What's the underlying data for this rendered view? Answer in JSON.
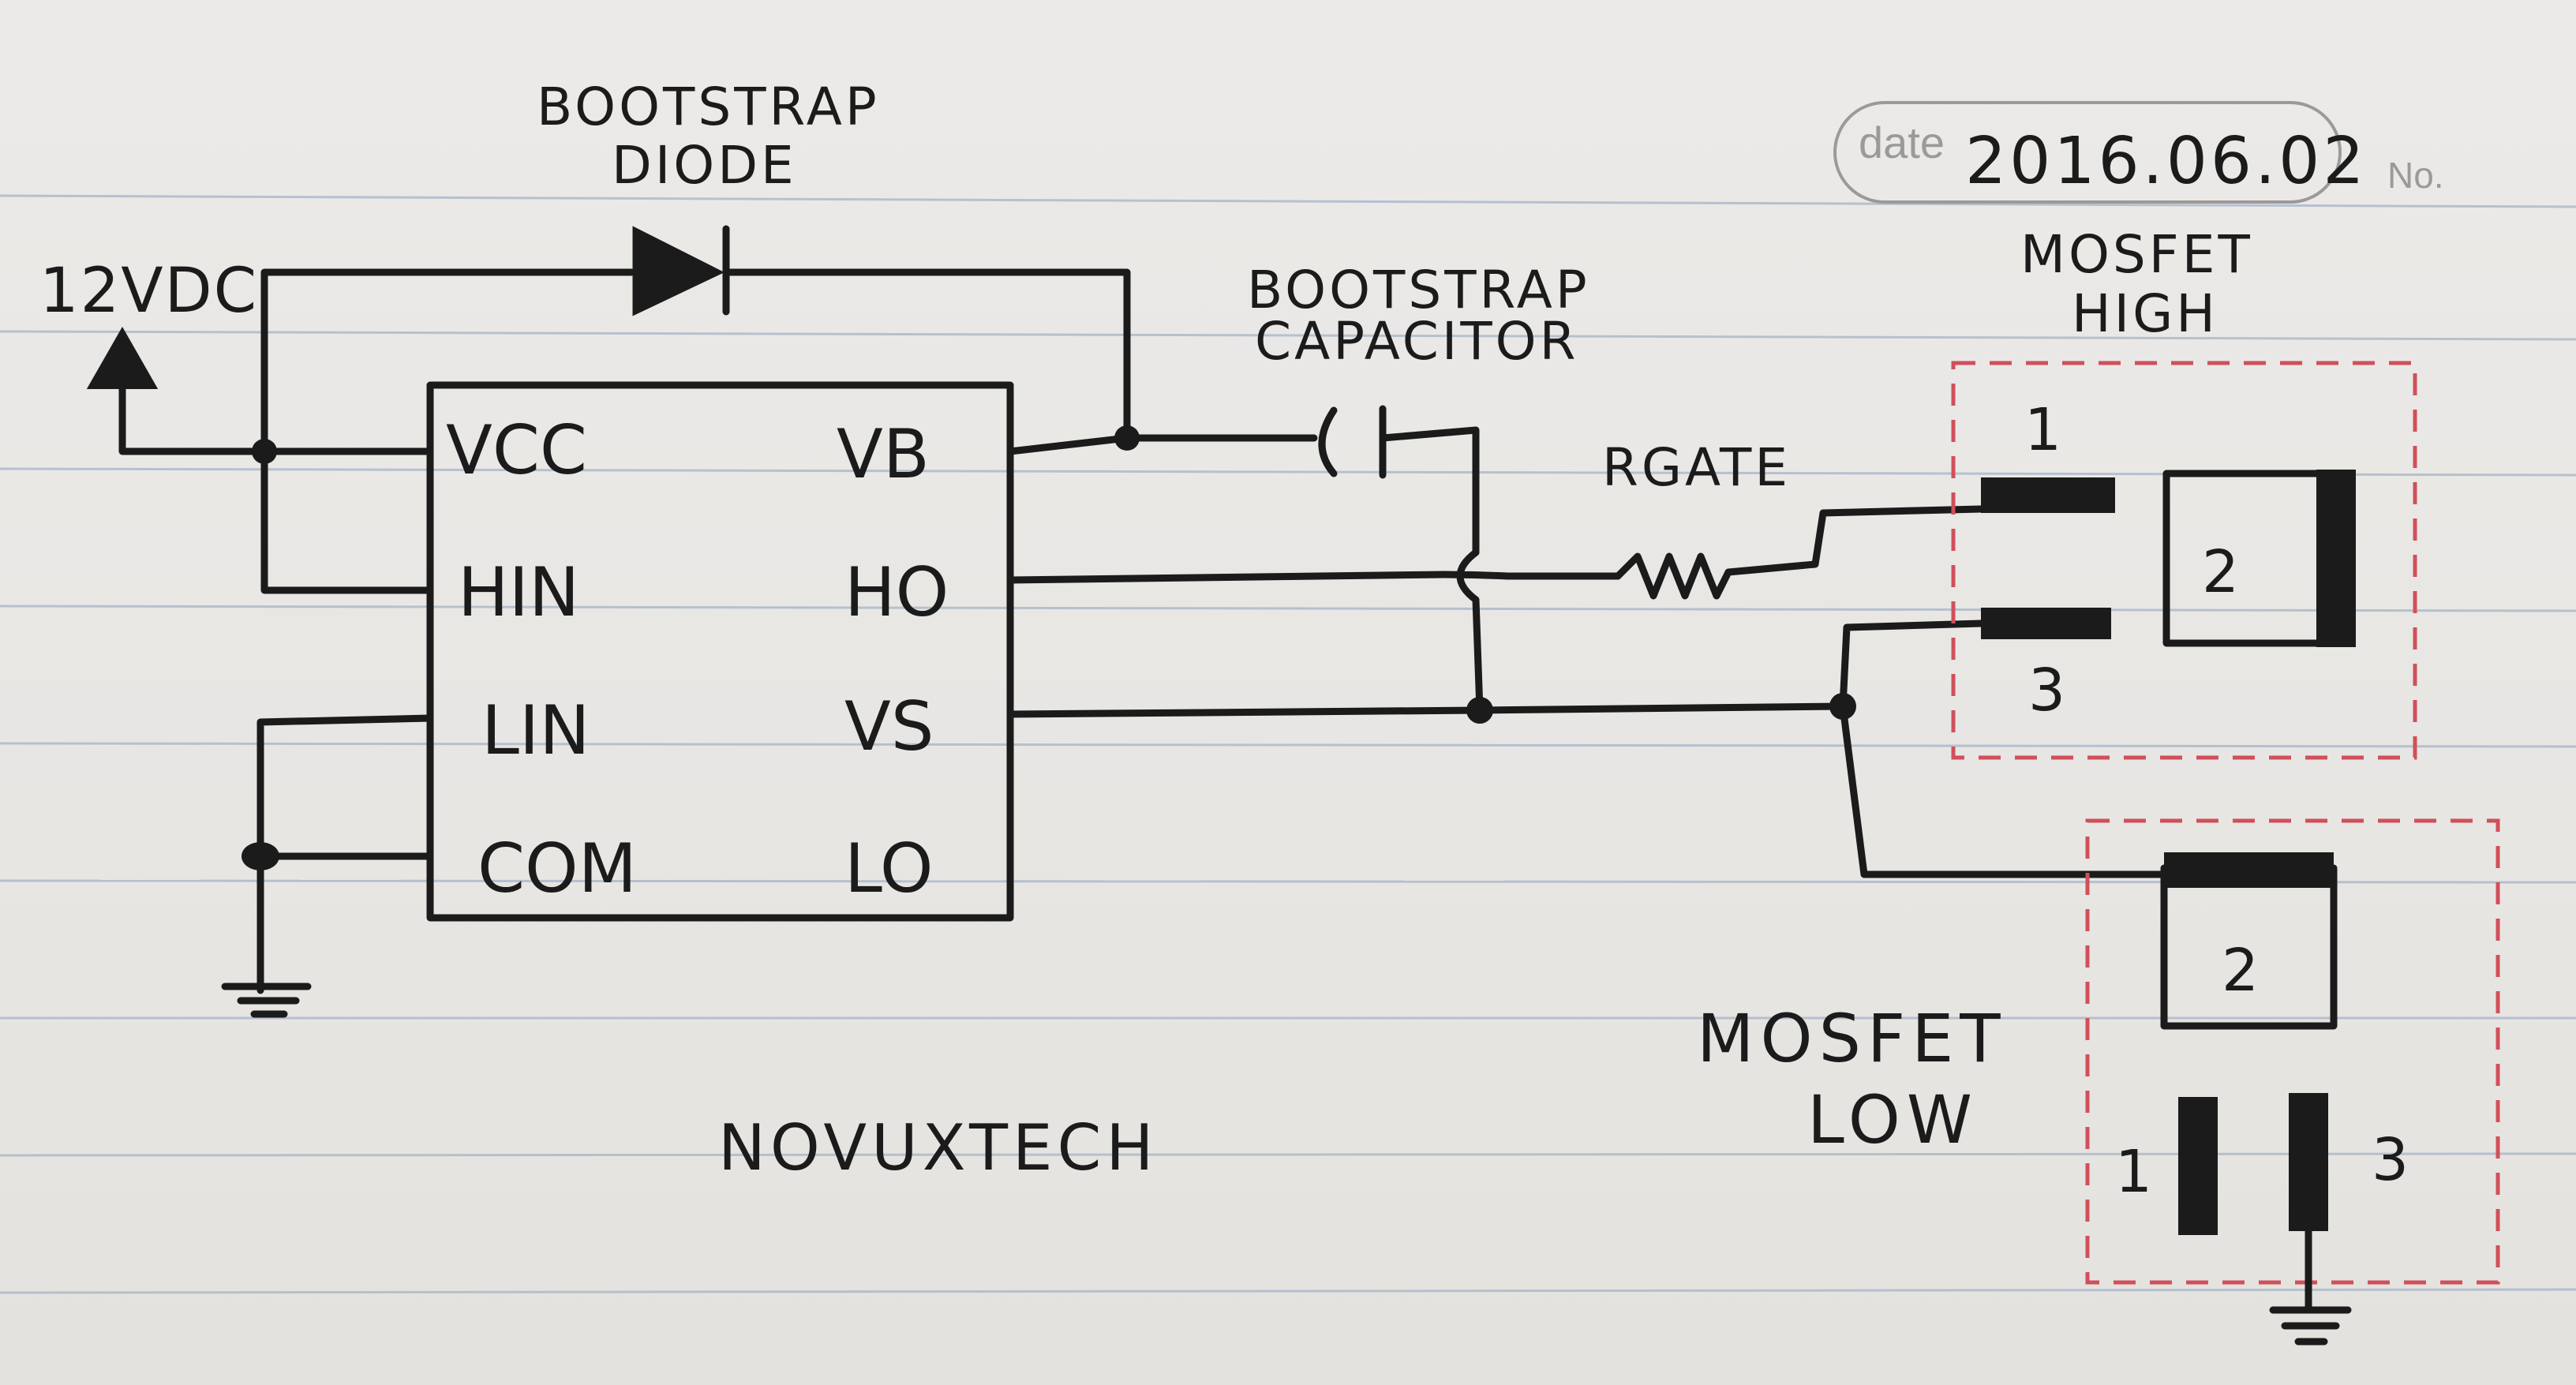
{
  "date_label": "date",
  "date_value": "2016.06.02",
  "number_label": "No.",
  "supply_label": "12VDC",
  "diode_label_line1": "BOOTSTRAP",
  "diode_label_line2": "DIODE",
  "capacitor_label_line1": "BOOTSTRAP",
  "capacitor_label_line2": "CAPACITOR",
  "resistor_label": "RGATE",
  "driver": {
    "left_pins": [
      "VCC",
      "HIN",
      "LIN",
      "COM"
    ],
    "right_pins": [
      "VB",
      "HO",
      "VS",
      "LO"
    ]
  },
  "mosfet_high": {
    "title_line1": "MOSFET",
    "title_line2": "HIGH",
    "pin1": "1",
    "pin2": "2",
    "pin3": "3"
  },
  "mosfet_low": {
    "title_line1": "MOSFET",
    "title_line2": "LOW",
    "pin1": "1",
    "pin2": "2",
    "pin3": "3"
  },
  "signature": "NOVUXTECH",
  "colors": {
    "ink": "#1b1b1b",
    "dashed_box": "#d0505a",
    "rule_lines": "#a8b8c8",
    "paper": "#e9e7e5"
  }
}
